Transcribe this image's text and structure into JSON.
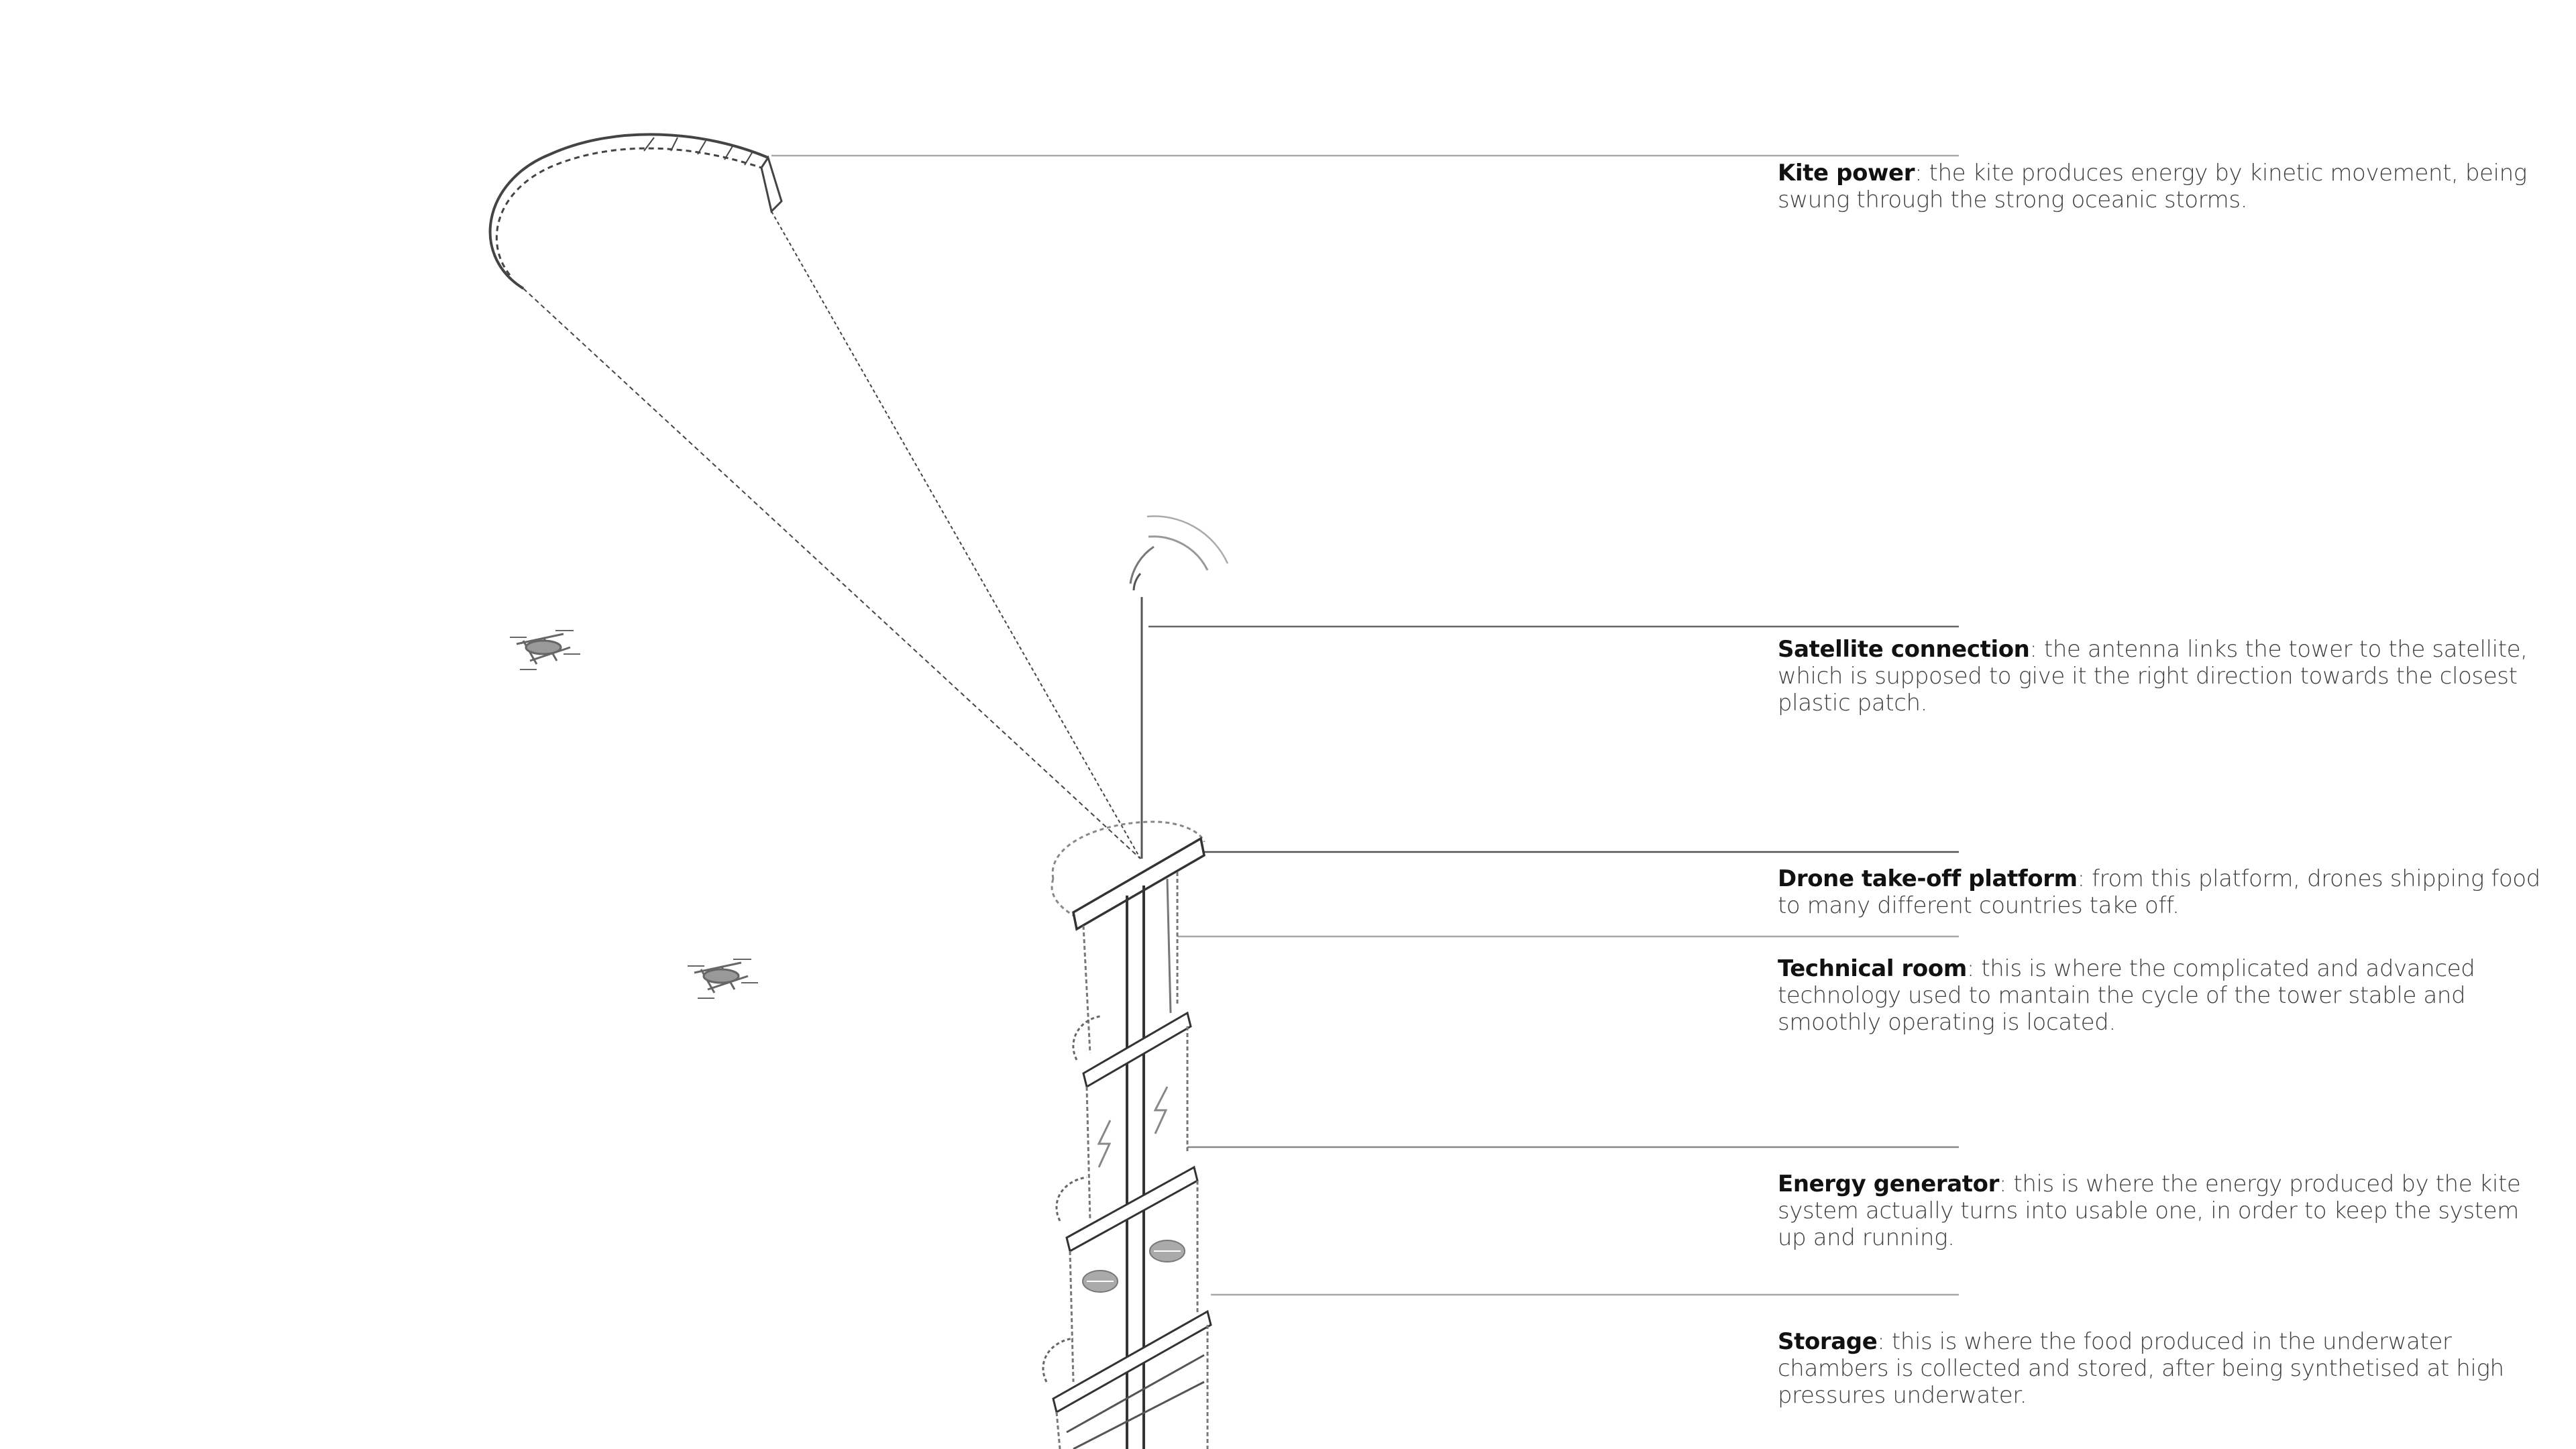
{
  "annotations": [
    {
      "term": "Kite power",
      "description": ": the kite produces energy by kinetic movement, being swung through the strong oceanic storms."
    },
    {
      "term": "Satellite connection",
      "description": ": the antenna links the tower to the satellite, which is supposed to give it the right direction towards the closest plastic patch."
    },
    {
      "term": "Drone take-off platform",
      "description": ": from this platform, drones shipping food to many different countries take off."
    },
    {
      "term": "Technical room",
      "description": ": this is where the complicated and advanced technology used to mantain the cycle of the tower stable and smoothly operating is located."
    },
    {
      "term": "Energy generator",
      "description": ": this is where the energy produced by the kite system actually turns into usable one, in order to keep the system up and running."
    },
    {
      "term": "Storage",
      "description": ": this is where the food produced in the underwater chambers is collected and stored, after being synthetised at high pressures underwater."
    }
  ],
  "icons": [
    "kite-icon",
    "antenna-signal-icon",
    "drone-icon",
    "lightning-bolt-icon",
    "food-package-icon"
  ],
  "colors": {
    "line": "#555555",
    "leader_line": "#9a9a9a",
    "text": "#3c3c3c",
    "term_text": "#111111",
    "background": "#ffffff"
  }
}
